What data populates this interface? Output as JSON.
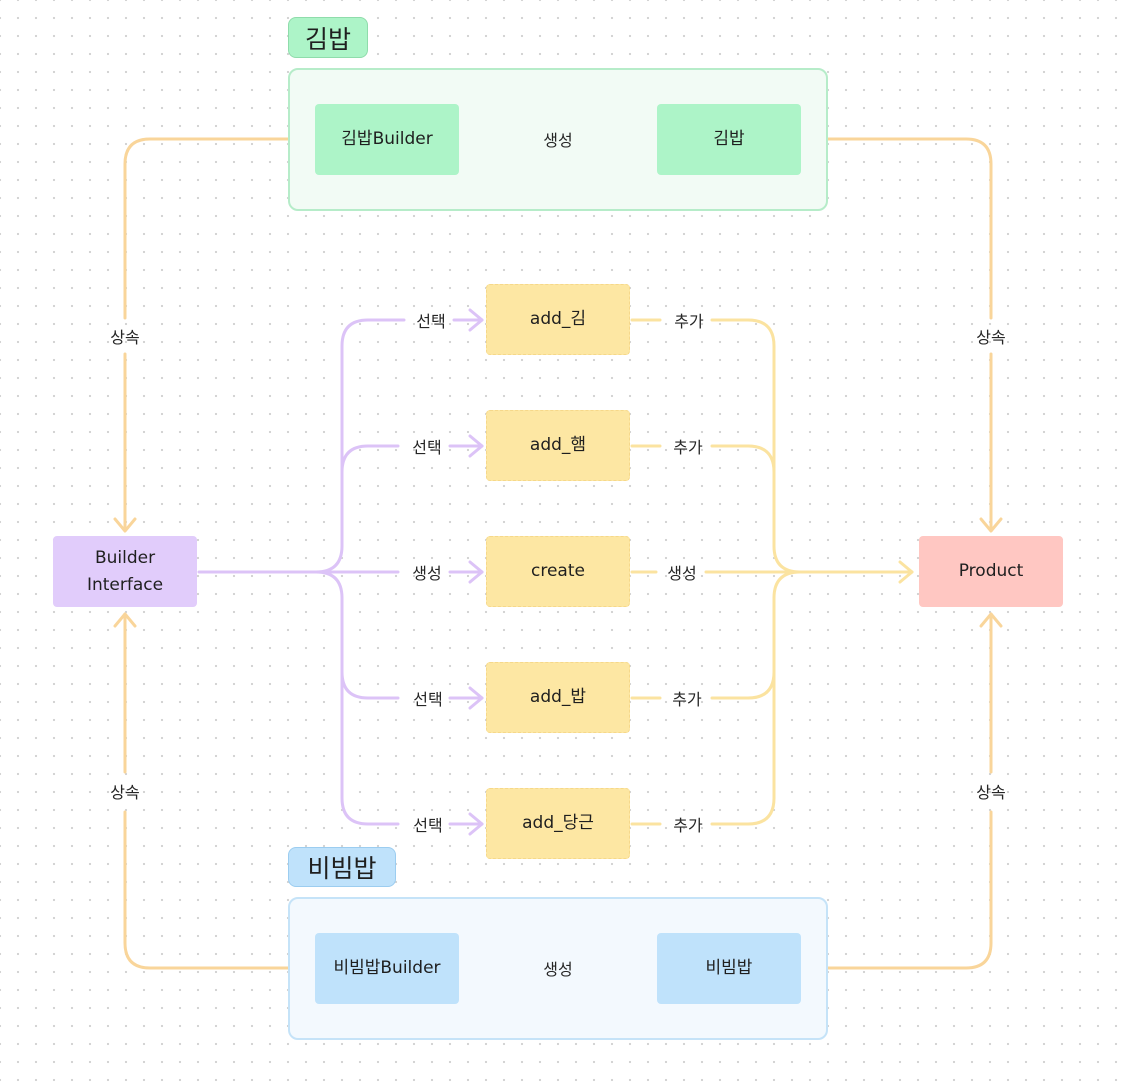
{
  "groups": {
    "kimbap": {
      "title": "김밥",
      "builder": "김밥Builder",
      "product": "김밥",
      "edge_label": "생성"
    },
    "bibimbap": {
      "title": "비빔밥",
      "builder": "비빔밥Builder",
      "product": "비빔밥",
      "edge_label": "생성"
    }
  },
  "interface": {
    "line1": "Builder",
    "line2": "Interface"
  },
  "product": {
    "label": "Product"
  },
  "inherit_label": "상속",
  "methods": [
    {
      "name": "add_김",
      "in_label": "선택",
      "out_label": "추가"
    },
    {
      "name": "add_햄",
      "in_label": "선택",
      "out_label": "추가"
    },
    {
      "name": "create",
      "in_label": "생성",
      "out_label": "생성"
    },
    {
      "name": "add_밥",
      "in_label": "선택",
      "out_label": "추가"
    },
    {
      "name": "add_당근",
      "in_label": "선택",
      "out_label": "추가"
    }
  ],
  "colors": {
    "inherit_edge": "#f9d59a",
    "purple_edge": "#dcc3f7",
    "yellow_edge": "#fbe3a0",
    "green_edge": "#b3efc9",
    "blue_edge": "#c0e1f8"
  }
}
